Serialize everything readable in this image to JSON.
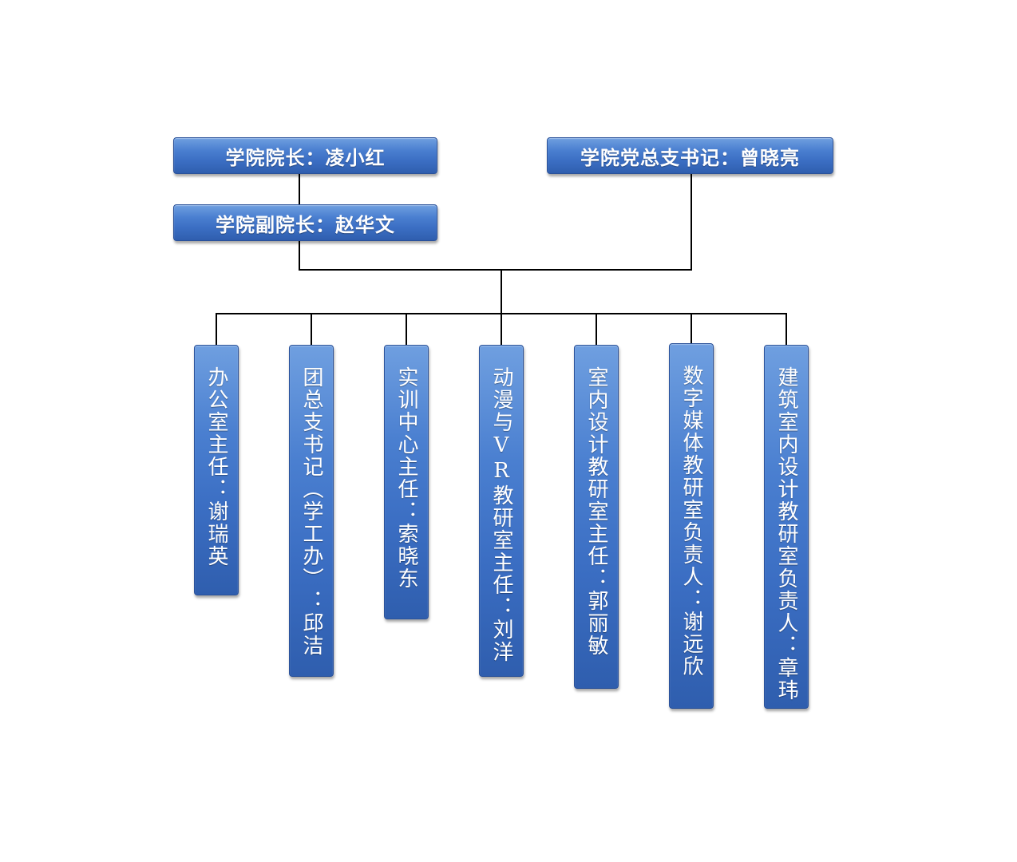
{
  "top": {
    "dean": "学院院长：凌小红",
    "party_secretary": "学院党总支书记：曾晓亮",
    "vice_dean": "学院副院长：赵华文"
  },
  "departments": [
    {
      "label": "办公室主任：谢瑞英"
    },
    {
      "label": "团总支书记（学工办）：邱洁"
    },
    {
      "label": "实训中心主任：索晓东"
    },
    {
      "label": "动漫与VR教研室主任：刘洋"
    },
    {
      "label": "室内设计教研室主任：郭丽敏"
    },
    {
      "label": "数字媒体教研室负责人：谢远欣"
    },
    {
      "label": "建筑室内设计教研室负责人：章玮"
    }
  ],
  "colors": {
    "box_fill": "#3b6ec3",
    "box_border": "#2a5199",
    "connector": "#000000",
    "text": "#ffffff"
  }
}
